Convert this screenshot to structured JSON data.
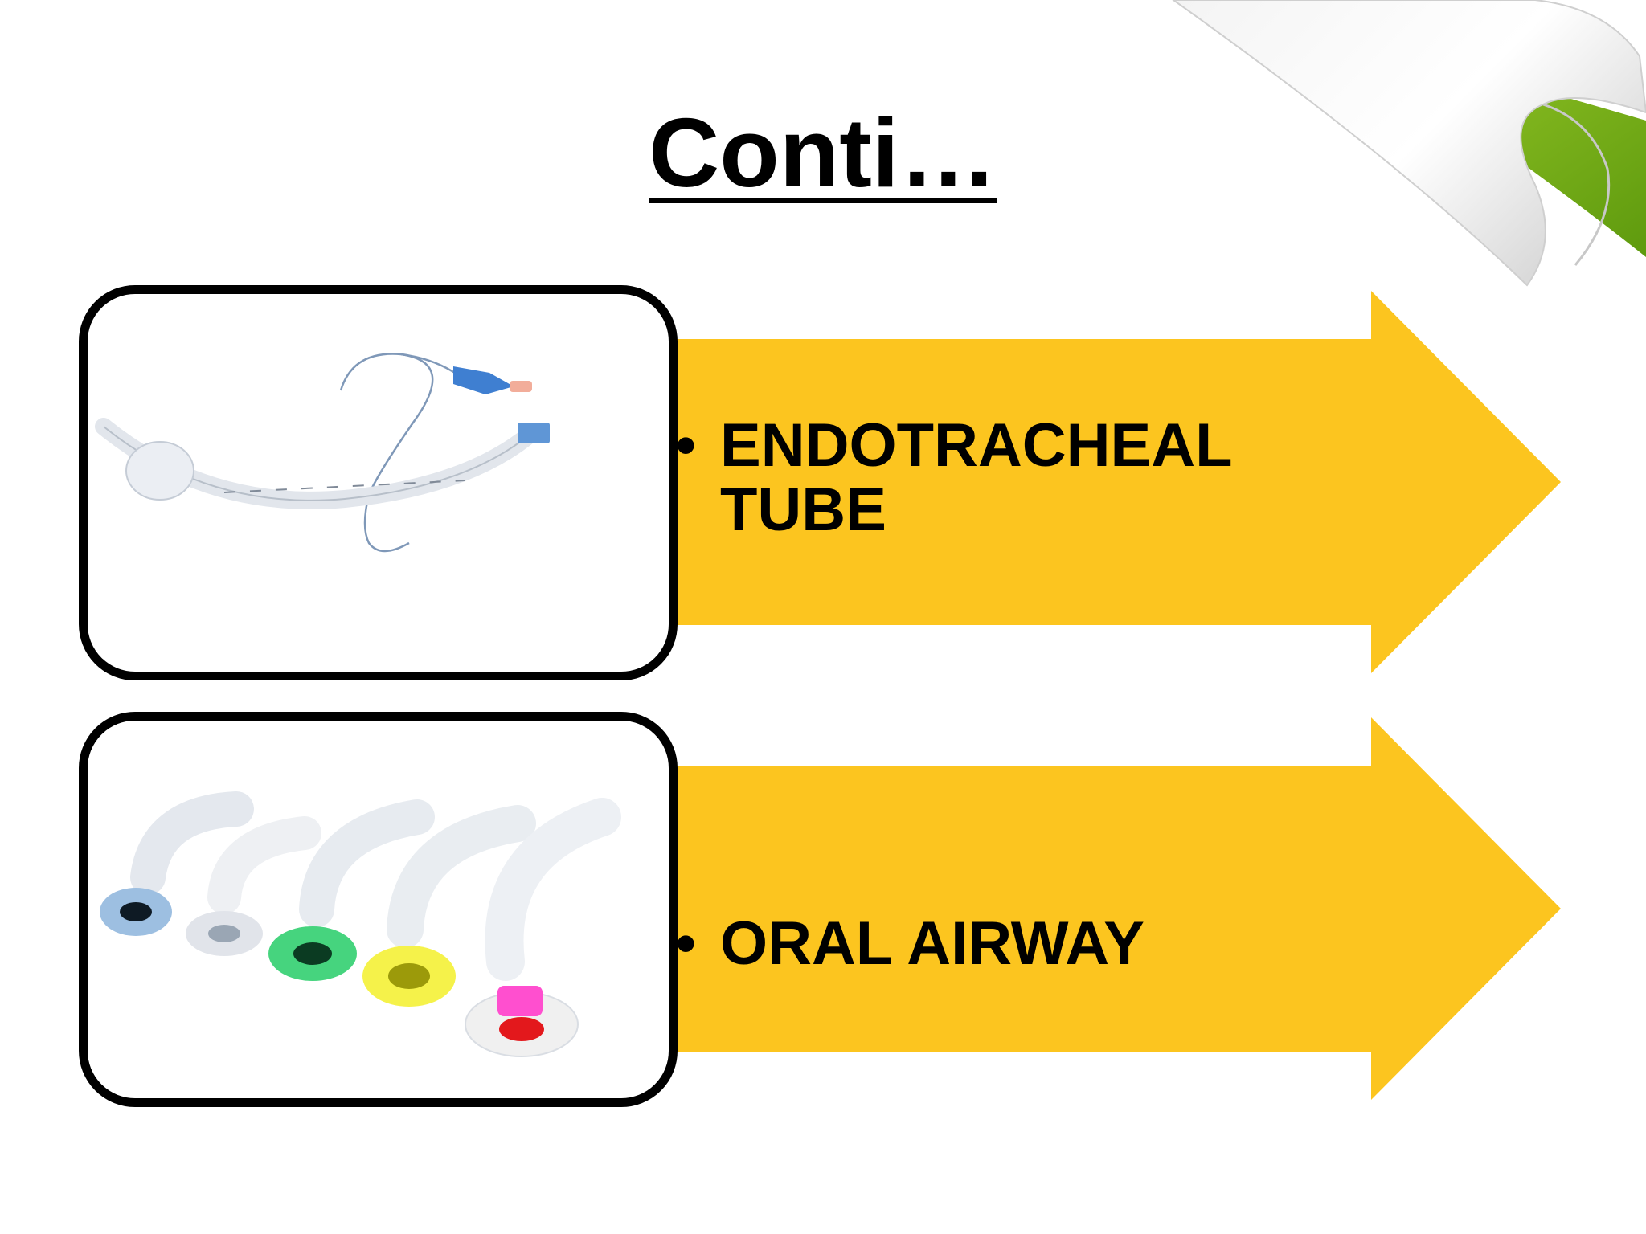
{
  "slide": {
    "title": "Conti…",
    "items": [
      {
        "bullet": "•",
        "label": "ENDOTRACHEAL TUBE",
        "image": "endotracheal-tube-photo"
      },
      {
        "bullet": "•",
        "label": "ORAL AIRWAY",
        "image": "oral-airway-set-photo"
      }
    ]
  },
  "colors": {
    "arrow_fill": "#FCC51F",
    "frame_border": "#000000",
    "title_text": "#000000",
    "curl_green": "#7DB515"
  }
}
